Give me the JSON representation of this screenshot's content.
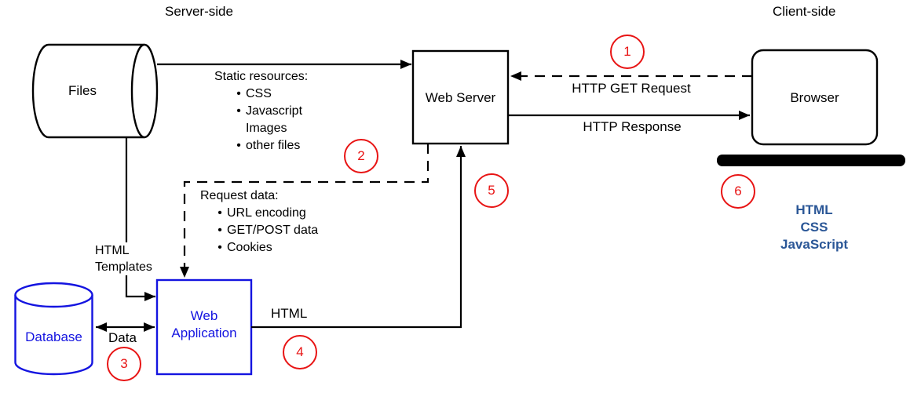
{
  "header": {
    "server_side": "Server-side",
    "client_side": "Client-side"
  },
  "nodes": {
    "files": {
      "label": "Files"
    },
    "web_server": {
      "label": "Web Server"
    },
    "browser": {
      "label": "Browser"
    },
    "database": {
      "label": "Database"
    },
    "web_application": {
      "line1": "Web",
      "line2": "Application"
    }
  },
  "annotations": {
    "static_resources": {
      "title": "Static resources:",
      "items": [
        "CSS",
        "Javascript",
        "Images",
        "other files"
      ]
    },
    "request_data": {
      "title": "Request data:",
      "items": [
        "URL encoding",
        "GET/POST data",
        "Cookies"
      ]
    },
    "html_templates": {
      "line1": "HTML",
      "line2": "Templates"
    },
    "client_tech": {
      "lines": [
        "HTML",
        "CSS",
        "JavaScript"
      ]
    }
  },
  "edges": {
    "http_get_request": "HTTP GET Request",
    "http_response": "HTTP Response",
    "data": "Data",
    "html": "HTML"
  },
  "steps": [
    "1",
    "2",
    "3",
    "4",
    "5",
    "6"
  ],
  "glyphs": {
    "bullet": "•"
  },
  "colors": {
    "node_blue": "#1414e0",
    "step_red": "#e81414",
    "client_tech_navy": "#2b5797",
    "line_black": "#000000"
  }
}
